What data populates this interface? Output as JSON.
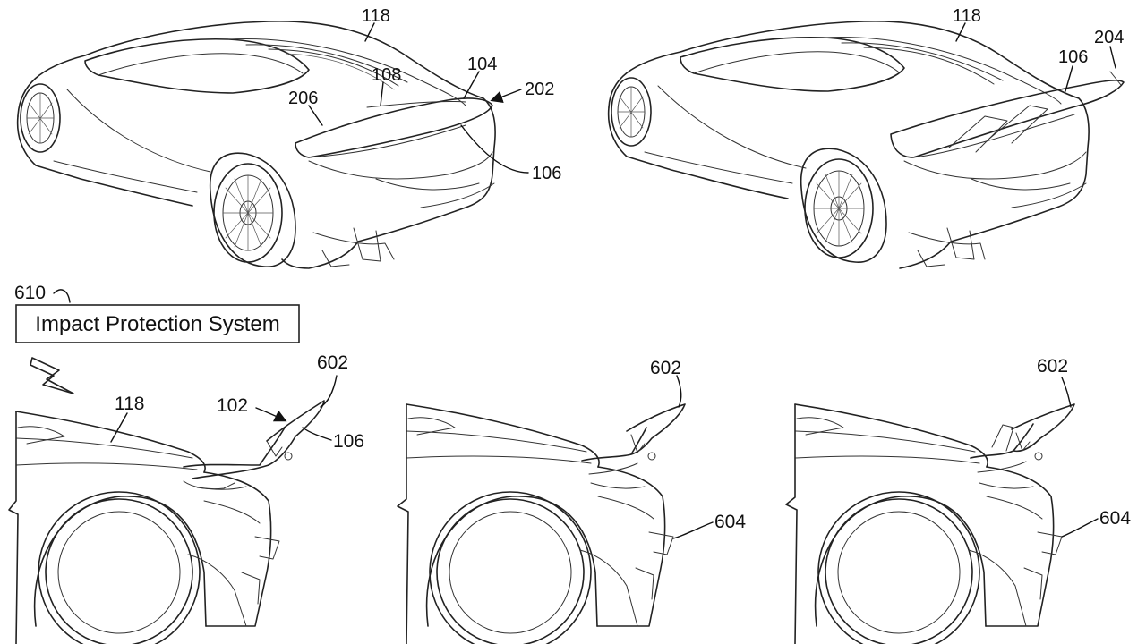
{
  "system_box": {
    "ref": "610",
    "label": "Impact Protection System"
  },
  "top_left": {
    "refs": {
      "roof": "118",
      "spoiler_top": "104",
      "glass": "108",
      "tail": "206",
      "arrow": "202",
      "spoiler": "106"
    }
  },
  "top_right": {
    "refs": {
      "roof": "118",
      "wing": "106",
      "tip": "204"
    }
  },
  "bottom_left": {
    "refs": {
      "roof": "118",
      "assembly": "102",
      "flap": "602",
      "spoiler": "106"
    }
  },
  "bottom_mid": {
    "refs": {
      "flap": "602",
      "bumper": "604"
    }
  },
  "bottom_right": {
    "refs": {
      "flap": "602",
      "bumper": "604"
    }
  }
}
